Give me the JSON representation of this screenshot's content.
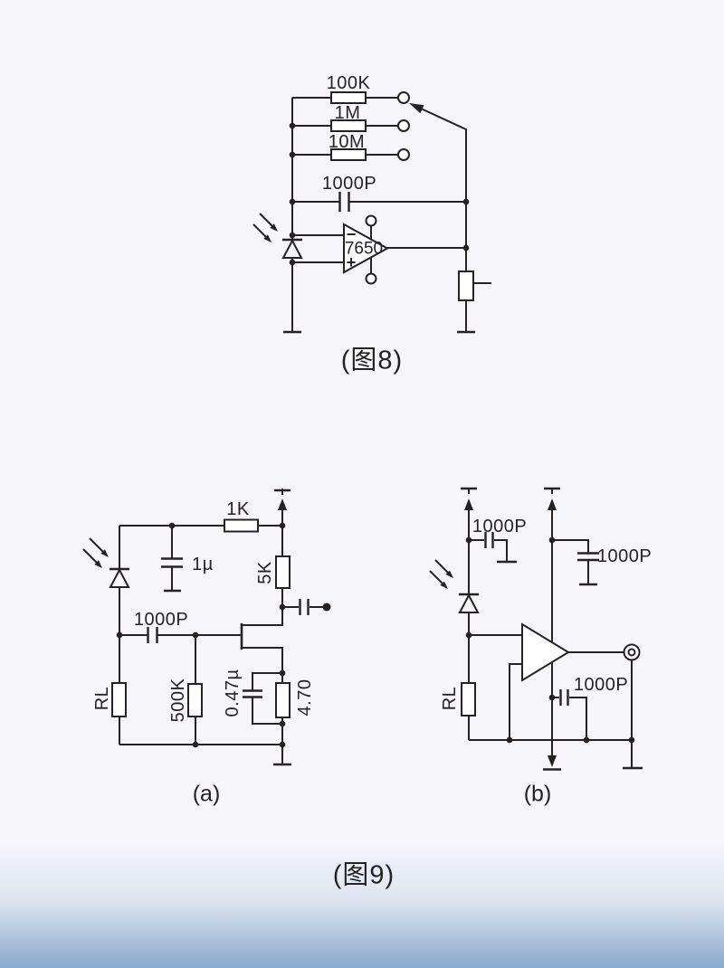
{
  "colors": {
    "background_top": "#f6f5fa",
    "background_bottom": "#8aa9cc",
    "line": "#262223"
  },
  "fig8": {
    "caption": "(图8)",
    "r1": "100K",
    "r2": "1M",
    "r3": "10M",
    "c_feedback": "1000P",
    "opamp_part": "7650",
    "opamp_minus": "−",
    "opamp_plus": "+"
  },
  "fig9": {
    "caption": "(图9)",
    "a": {
      "caption": "(a)",
      "r_top": "1K",
      "c_bypass": "1µ",
      "r_drain": "5K",
      "c_input": "1000P",
      "r_gate": "500K",
      "c_source": "0.47µ",
      "r_source": "4.70",
      "r_load": "RL"
    },
    "b": {
      "caption": "(b)",
      "c_left": "1000P",
      "c_right": "1000P",
      "c_bottom": "1000P",
      "r_load": "RL"
    }
  }
}
